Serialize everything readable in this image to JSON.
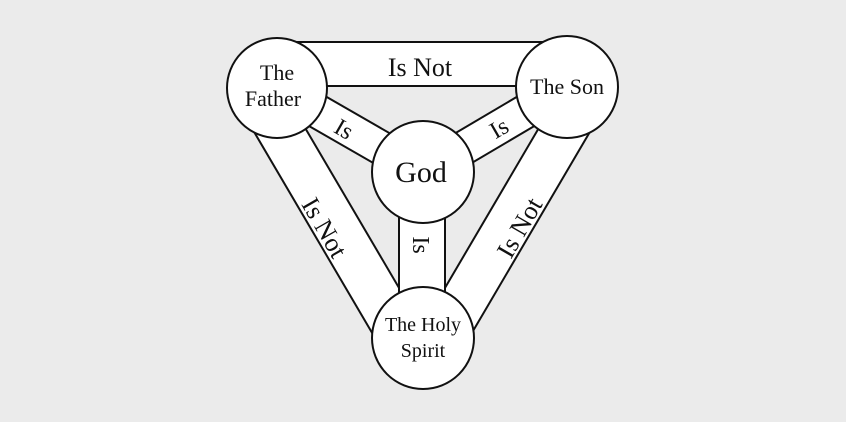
{
  "colors": {
    "background": "#ebebeb",
    "fill": "#ffffff",
    "stroke": "#111111"
  },
  "nodes": {
    "father": {
      "line1": "The",
      "line2": "Father"
    },
    "son": {
      "label": "The Son"
    },
    "god": {
      "label": "God"
    },
    "spirit": {
      "line1": "The Holy",
      "line2": "Spirit"
    }
  },
  "links": {
    "father_son": "Is Not",
    "father_god": "Is",
    "son_god": "Is",
    "spirit_god": "Is",
    "father_spirit": "Is Not",
    "son_spirit": "Is Not"
  }
}
